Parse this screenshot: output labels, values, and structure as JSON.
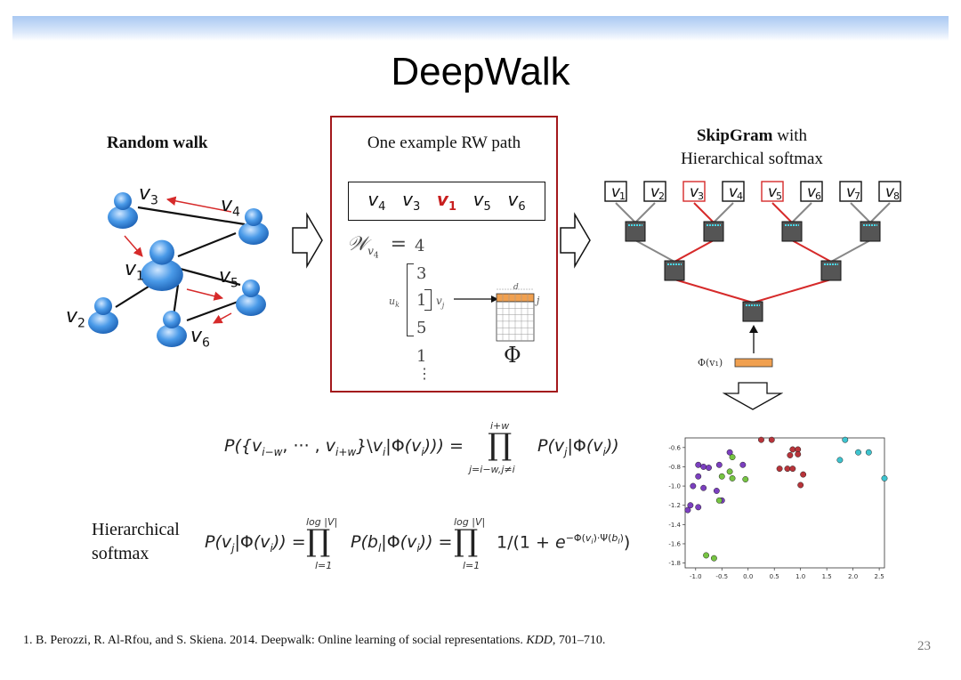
{
  "slide": {
    "title": "DeepWalk",
    "page_number": "23"
  },
  "random_walk": {
    "heading": "Random walk",
    "nodes": [
      {
        "label": "v",
        "sub": "3"
      },
      {
        "label": "v",
        "sub": "4"
      },
      {
        "label": "v",
        "sub": "1"
      },
      {
        "label": "v",
        "sub": "5"
      },
      {
        "label": "v",
        "sub": "2"
      },
      {
        "label": "v",
        "sub": "6"
      }
    ]
  },
  "example_path": {
    "heading": "One example RW path",
    "path": [
      {
        "label": "v",
        "sub": "4",
        "highlight": false
      },
      {
        "label": "v",
        "sub": "3",
        "highlight": false
      },
      {
        "label": "v",
        "sub": "1",
        "highlight": true
      },
      {
        "label": "v",
        "sub": "5",
        "highlight": false
      },
      {
        "label": "v",
        "sub": "6",
        "highlight": false
      }
    ],
    "window_symbol": "𝒲",
    "window_sub": "v",
    "window_subsub": "4",
    "equals": "=",
    "sequence": [
      "4",
      "3",
      "1",
      "5",
      "1",
      "⋮"
    ],
    "uk_label": "u",
    "uk_sub": "k",
    "vj_label": "v",
    "vj_sub": "j",
    "matrix_d": "d",
    "matrix_j": "j",
    "matrix_symbol": "Φ"
  },
  "skipgram": {
    "heading_bold": "SkipGram",
    "heading_rest": " with",
    "heading_line2": "Hierarchical softmax",
    "leaves": [
      {
        "label": "v",
        "sub": "1",
        "highlight": false
      },
      {
        "label": "v",
        "sub": "2",
        "highlight": false
      },
      {
        "label": "v",
        "sub": "3",
        "highlight": true
      },
      {
        "label": "v",
        "sub": "4",
        "highlight": false
      },
      {
        "label": "v",
        "sub": "5",
        "highlight": true
      },
      {
        "label": "v",
        "sub": "6",
        "highlight": false
      },
      {
        "label": "v",
        "sub": "7",
        "highlight": false
      },
      {
        "label": "v",
        "sub": "8",
        "highlight": false
      }
    ],
    "input_label": "Φ(v₁)"
  },
  "equations": {
    "eq1_lhs": "P({v",
    "eq1_text": "P({vi−w, ··· , vi+w}\\vi|Φ(vi))) = ∏ P(vj|Φ(vi))",
    "prod_top_1": "i+w",
    "prod_bottom_1": "j=i−w,j≠i",
    "hs_label_line1": "Hierarchical",
    "hs_label_line2": "softmax",
    "prod_top_2": "log |V|",
    "prod_bottom_2": "l=1",
    "prod_top_3": "log |V|",
    "prod_bottom_3": "l=1"
  },
  "footnote": {
    "text_before": "1.   B. Perozzi, R. Al-Rfou, and S. Skiena. 2014. Deepwalk: Online learning of social representations. ",
    "venue": "KDD",
    "text_after": ", 701–710."
  },
  "chart_data": {
    "type": "scatter",
    "xlim": [
      -1.2,
      2.6
    ],
    "ylim": [
      -1.85,
      -0.5
    ],
    "xticks": [
      "-1.0",
      "-0.5",
      "0.0",
      "0.5",
      "1.0",
      "1.5",
      "2.0",
      "2.5"
    ],
    "xtick_values": [
      -1.0,
      -0.5,
      0.0,
      0.5,
      1.0,
      1.5,
      2.0,
      2.5
    ],
    "yticks": [
      "-0.6",
      "-0.8",
      "-1.0",
      "-1.2",
      "-1.4",
      "-1.6",
      "-1.8"
    ],
    "ytick_values": [
      -0.6,
      -0.8,
      -1.0,
      -1.2,
      -1.4,
      -1.6,
      -1.8
    ],
    "grid": false,
    "series": [
      {
        "color": "#7b3fbf",
        "points": [
          [
            -0.95,
            -0.78
          ],
          [
            -0.85,
            -0.8
          ],
          [
            -0.75,
            -0.81
          ],
          [
            -0.55,
            -0.78
          ],
          [
            -0.95,
            -0.9
          ],
          [
            -1.05,
            -1.0
          ],
          [
            -0.85,
            -1.02
          ],
          [
            -0.6,
            -1.05
          ],
          [
            -0.5,
            -1.15
          ],
          [
            -1.1,
            -1.2
          ],
          [
            -1.15,
            -1.25
          ],
          [
            -0.95,
            -1.22
          ],
          [
            -0.1,
            -0.78
          ],
          [
            -0.35,
            -0.65
          ]
        ]
      },
      {
        "color": "#76c442",
        "points": [
          [
            -0.3,
            -0.7
          ],
          [
            -0.5,
            -0.9
          ],
          [
            -0.3,
            -0.92
          ],
          [
            -0.05,
            -0.93
          ],
          [
            -0.55,
            -1.15
          ],
          [
            -0.8,
            -1.72
          ],
          [
            -0.65,
            -1.75
          ],
          [
            -0.35,
            -0.85
          ]
        ]
      },
      {
        "color": "#b8343a",
        "points": [
          [
            0.25,
            -0.52
          ],
          [
            0.45,
            -0.52
          ],
          [
            0.85,
            -0.62
          ],
          [
            0.95,
            -0.62
          ],
          [
            0.8,
            -0.68
          ],
          [
            0.95,
            -0.67
          ],
          [
            0.6,
            -0.82
          ],
          [
            0.75,
            -0.82
          ],
          [
            0.85,
            -0.82
          ],
          [
            1.05,
            -0.88
          ],
          [
            1.0,
            -0.99
          ]
        ]
      },
      {
        "color": "#3ec4cf",
        "points": [
          [
            1.85,
            -0.52
          ],
          [
            2.1,
            -0.65
          ],
          [
            2.3,
            -0.65
          ],
          [
            1.75,
            -0.73
          ],
          [
            2.6,
            -0.92
          ]
        ]
      }
    ]
  }
}
